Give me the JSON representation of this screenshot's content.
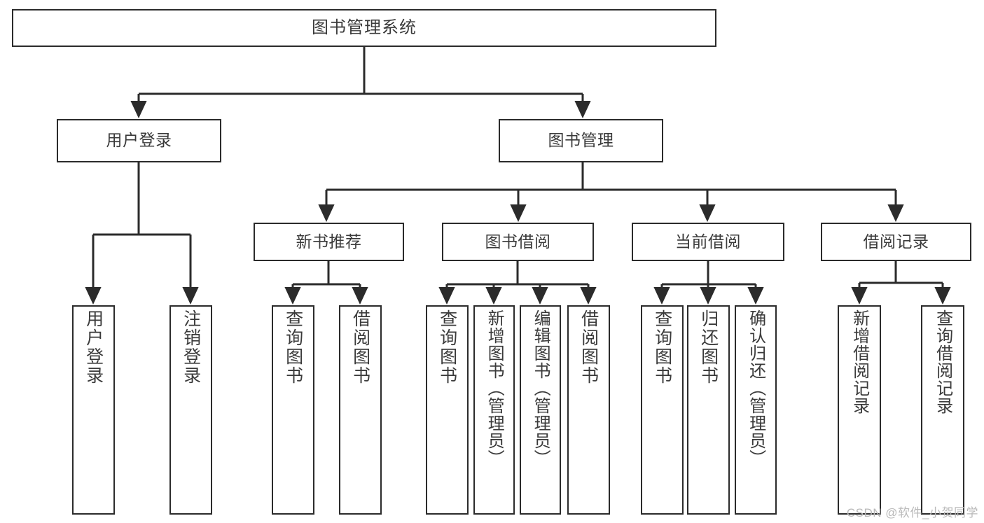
{
  "diagram": {
    "title": "图书管理系统",
    "type": "tree",
    "watermark": "CSDN @软件_小贺同学",
    "colors": {
      "box_border": "#2b2b2b",
      "box_fill": "#ffffff",
      "text": "#3a3a3a",
      "edge": "#2b2b2b",
      "watermark": "#b9b9b9",
      "background": "#ffffff"
    },
    "nodes": {
      "root": {
        "label": "图书管理系统"
      },
      "level2": [
        {
          "id": "user-login",
          "label": "用户登录"
        },
        {
          "id": "book-management",
          "label": "图书管理"
        }
      ],
      "level3": [
        {
          "id": "new-book-recommend",
          "label": "新书推荐"
        },
        {
          "id": "book-borrow",
          "label": "图书借阅"
        },
        {
          "id": "current-borrow",
          "label": "当前借阅"
        },
        {
          "id": "borrow-record",
          "label": "借阅记录"
        }
      ],
      "leaves": {
        "user_login": [
          {
            "id": "leaf-user-login",
            "label": "用户登录"
          },
          {
            "id": "leaf-logout-login",
            "label": "注销登录"
          }
        ],
        "new_book_recommend": [
          {
            "id": "leaf-query-book-1",
            "label": "查询图书"
          },
          {
            "id": "leaf-borrow-book-1",
            "label": "借阅图书"
          }
        ],
        "book_borrow": [
          {
            "id": "leaf-query-book-2",
            "label": "查询图书"
          },
          {
            "id": "leaf-add-book",
            "label": "新增图书（管理员）"
          },
          {
            "id": "leaf-edit-book",
            "label": "编辑图书（管理员）"
          },
          {
            "id": "leaf-borrow-book-2",
            "label": "借阅图书"
          }
        ],
        "current_borrow": [
          {
            "id": "leaf-query-book-3",
            "label": "查询图书"
          },
          {
            "id": "leaf-return-book",
            "label": "归还图书"
          },
          {
            "id": "leaf-confirm-return",
            "label": "确认归还（管理员）"
          }
        ],
        "borrow_record": [
          {
            "id": "leaf-add-record",
            "label": "新增借阅记录"
          },
          {
            "id": "leaf-query-record",
            "label": "查询借阅记录"
          }
        ]
      }
    }
  }
}
